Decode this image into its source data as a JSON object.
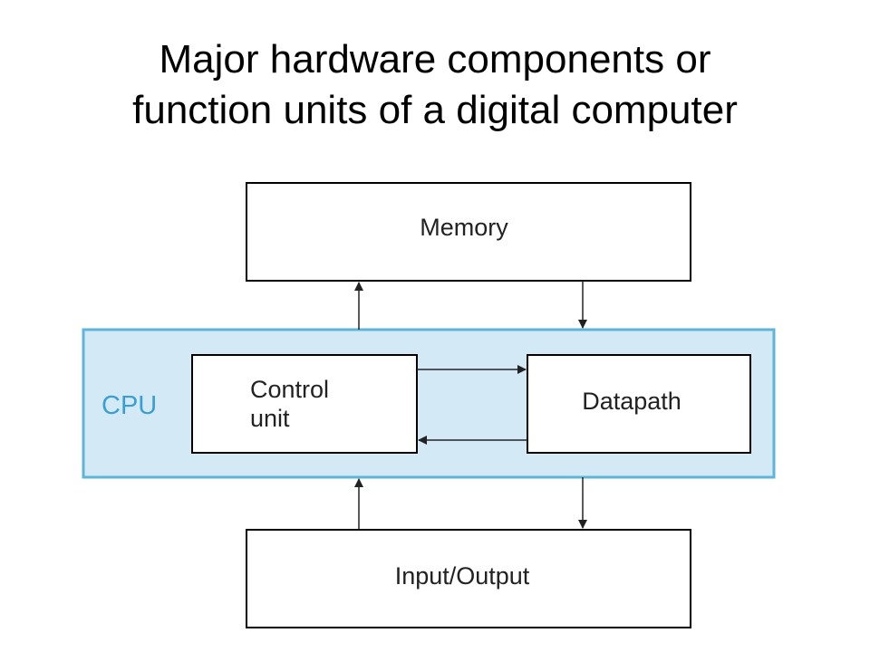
{
  "title": {
    "line1": "Major hardware components or",
    "line2": "function units of a digital computer"
  },
  "diagram": {
    "cpu_label": "CPU",
    "memory_label": "Memory",
    "control_unit_line1": "Control",
    "control_unit_line2": "unit",
    "datapath_label": "Datapath",
    "io_label": "Input/Output"
  },
  "colors": {
    "cpu_fill": "#d3eaf6",
    "cpu_border": "#5fb4d8",
    "cpu_text": "#3a9fd0",
    "box_border": "#000000",
    "arrow": "#222222"
  }
}
